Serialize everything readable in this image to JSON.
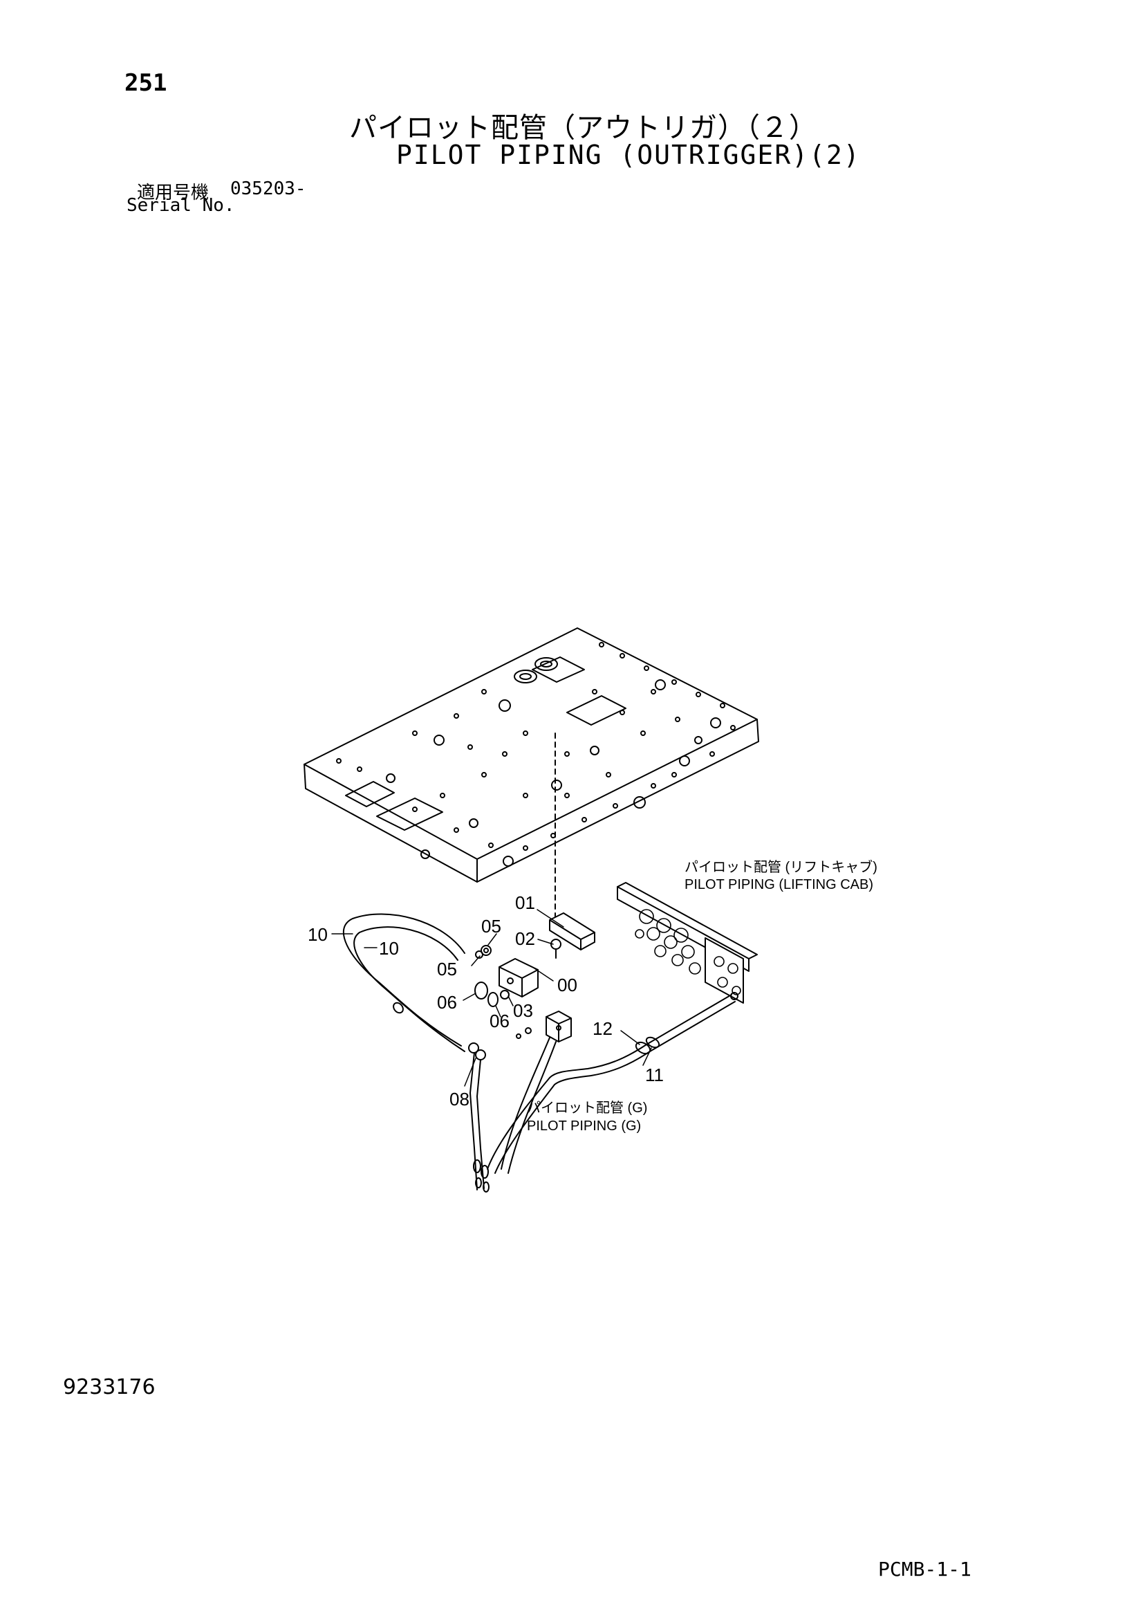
{
  "header": {
    "page_number": "251",
    "title_jp": "パイロット配管（アウトリガ）（２）",
    "title_en": "PILOT PIPING (OUTRIGGER)(2)",
    "serial_label_jp": "適用号機",
    "serial_value": "035203-",
    "serial_label_en": "Serial No."
  },
  "diagram": {
    "callouts": {
      "c01": "01",
      "c02": "02",
      "c00": "00",
      "c03": "03",
      "c05a": "05",
      "c05b": "05",
      "c06a": "06",
      "c06b": "06",
      "c08": "08",
      "c10a": "10",
      "c10b": "10",
      "c11": "11",
      "c12": "12"
    },
    "references": {
      "lifting_cab_jp": "パイロット配管 (リフトキャブ)",
      "lifting_cab_en": "PILOT PIPING (LIFTING CAB)",
      "pilot_g_jp": "パイロット配管 (G)",
      "pilot_g_en": "PILOT PIPING (G)"
    }
  },
  "footer": {
    "doc_number": "9233176",
    "code": "PCMB-1-1"
  }
}
